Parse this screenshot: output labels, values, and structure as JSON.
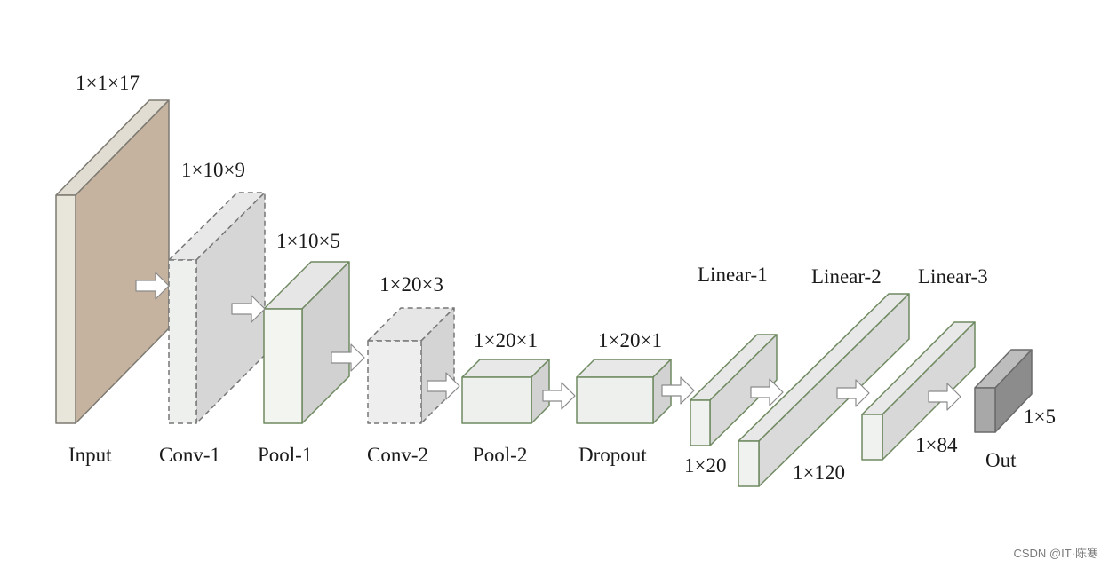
{
  "layers": {
    "input": {
      "name": "Input",
      "dims": "1×1×17",
      "front": "#e8e5da",
      "side": "#c5b3a0",
      "top": "#e1ddd2",
      "border": "#7d7a72"
    },
    "conv1": {
      "name": "Conv-1",
      "dims": "1×10×9",
      "front": "#eef0ee",
      "side": "#d6d6d6",
      "top": "#e8e8e8",
      "border": "#777777"
    },
    "pool1": {
      "name": "Pool-1",
      "dims": "1×10×5",
      "front": "#f2f5f0",
      "side": "#d1d1d1",
      "top": "#e6e6e6",
      "border": "#6f8a61"
    },
    "conv2": {
      "name": "Conv-2",
      "dims": "1×20×3",
      "front": "#eeeeee",
      "side": "#d4d4d4",
      "top": "#e6e6e6",
      "border": "#777777"
    },
    "pool2": {
      "name": "Pool-2",
      "dims": "1×20×1",
      "front": "#eef0ee",
      "side": "#d2d2d2",
      "top": "#e8e8e8",
      "border": "#6f8a61"
    },
    "dropout": {
      "name": "Dropout",
      "dims": "1×20×1",
      "front": "#eef0ee",
      "side": "#d2d2d2",
      "top": "#e8e8e8",
      "border": "#6f8a61"
    },
    "linear1": {
      "name": "Linear-1",
      "dims": "1×20",
      "front": "#f0f2ef",
      "side": "#d8d8d8",
      "top": "#e8e8e8",
      "border": "#6f8a61"
    },
    "linear2": {
      "name": "Linear-2",
      "dims": "1×120",
      "front": "#f0f2ef",
      "side": "#dadada",
      "top": "#e8e8e8",
      "border": "#6f8a61"
    },
    "linear3": {
      "name": "Linear-3",
      "dims": "1×84",
      "front": "#f0f2ef",
      "side": "#d8d8d8",
      "top": "#e8e8e8",
      "border": "#6f8a61"
    },
    "out": {
      "name": "Out",
      "dims": "1×5",
      "front": "#a8a8a8",
      "side": "#8c8c8c",
      "top": "#bdbdbd",
      "border": "#6a6a6a"
    }
  },
  "arrow_style": {
    "fill": "#ffffff",
    "stroke": "#8a8a8a"
  },
  "watermark": "CSDN @IT·陈寒"
}
